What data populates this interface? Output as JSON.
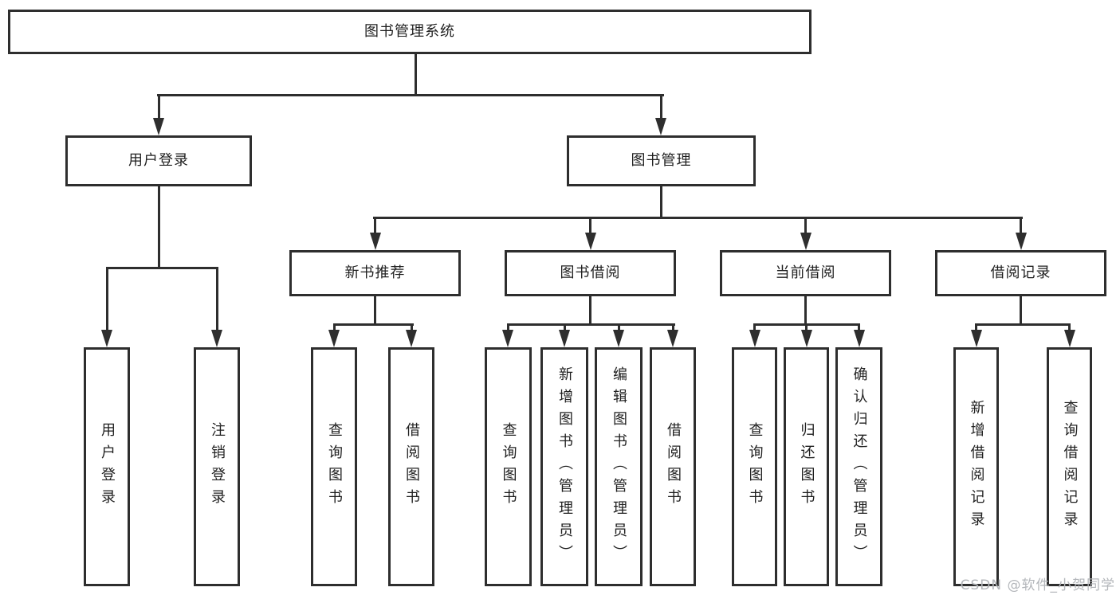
{
  "diagram": {
    "title": "图书管理系统",
    "root": {
      "label": "图书管理系统"
    },
    "level2": {
      "user_login": {
        "label": "用户登录"
      },
      "book_management": {
        "label": "图书管理"
      }
    },
    "level3": {
      "new_book_rec": {
        "label": "新书推荐"
      },
      "book_borrowing": {
        "label": "图书借阅"
      },
      "current_borrowing": {
        "label": "当前借阅"
      },
      "borrowing_records": {
        "label": "借阅记录"
      }
    },
    "leaves": {
      "user_login": [
        "用户登录",
        "注销登录"
      ],
      "new_book_rec": [
        "查询图书",
        "借阅图书"
      ],
      "book_borrowing": [
        "查询图书",
        "新增图书（管理员）",
        "编辑图书（管理员）",
        "借阅图书"
      ],
      "current_borrowing": [
        "查询图书",
        "归还图书",
        "确认归还（管理员）"
      ],
      "borrowing_records": [
        "新增借阅记录",
        "查询借阅记录"
      ]
    }
  },
  "colors": {
    "line": "#2e2e2e",
    "text": "#1f1f1f",
    "background": "#ffffff",
    "watermark": "#b3b6ba"
  },
  "watermark": {
    "text": "CSDN @软件_小贺同学"
  }
}
